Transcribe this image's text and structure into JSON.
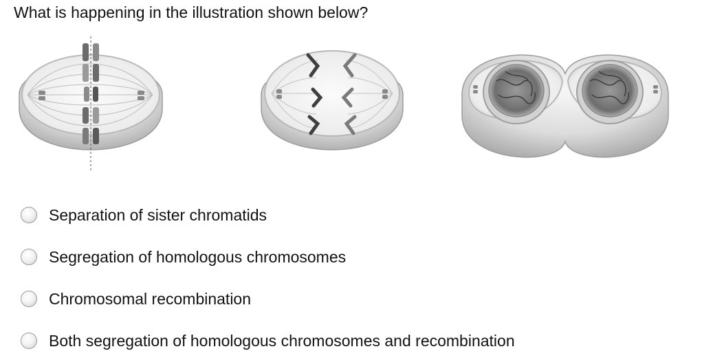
{
  "question": {
    "text": "What is happening in the illustration shown below?"
  },
  "illustration": {
    "panels": [
      {
        "name": "metaphase-cell"
      },
      {
        "name": "anaphase-cell"
      },
      {
        "name": "telophase-cell"
      }
    ]
  },
  "options": [
    {
      "label": "Separation of sister chromatids",
      "selected": false
    },
    {
      "label": "Segregation of homologous chromosomes",
      "selected": false
    },
    {
      "label": "Chromosomal recombination",
      "selected": false
    },
    {
      "label": "Both segregation of homologous chromosomes and recombination",
      "selected": false
    }
  ]
}
